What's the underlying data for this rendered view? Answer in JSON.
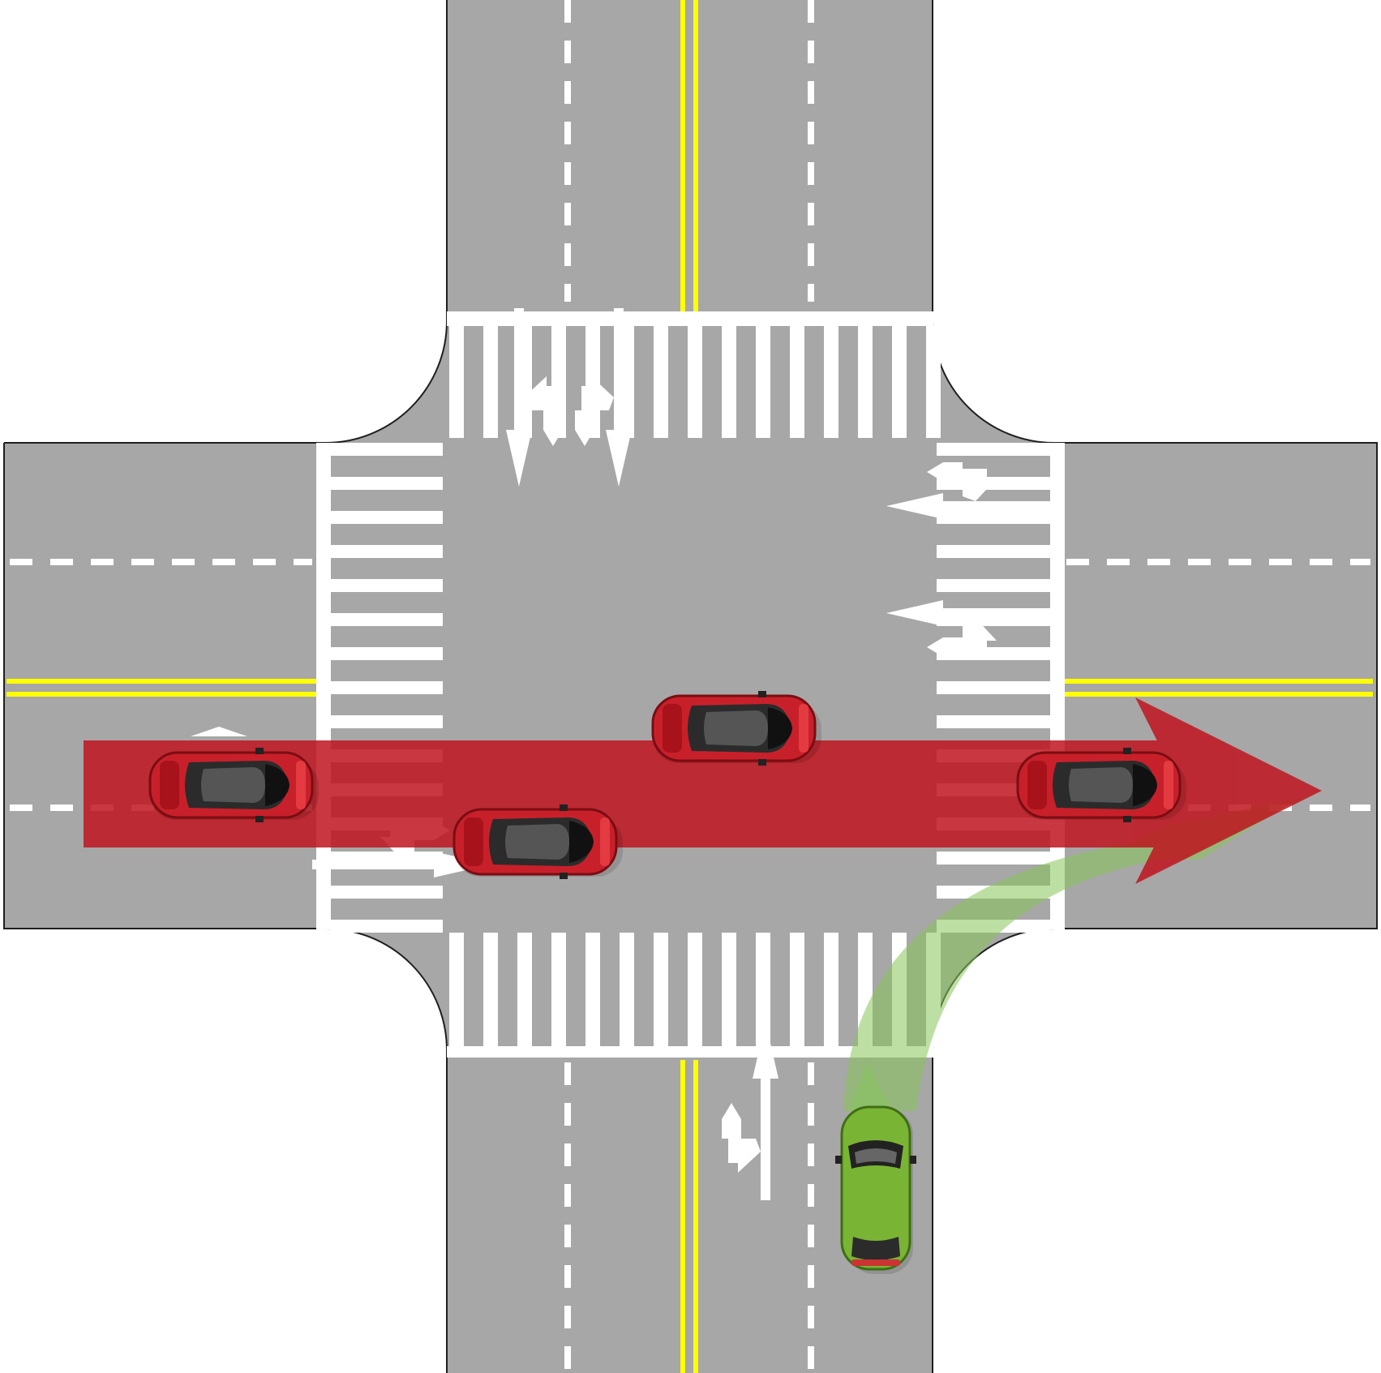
{
  "scene": {
    "type": "traffic-intersection-diagram",
    "colors": {
      "background": "#ffffff",
      "road": "#a7a7a7",
      "road_edge": "#1f1f1f",
      "lane_marking": "#ffffff",
      "center_line": "#ffff00",
      "crosswalk": "#ffffff",
      "red_car": "#c8202a",
      "green_car": "#7ab434",
      "red_path_arrow": "#c0141f",
      "green_path_arrow": "#86c45a"
    },
    "roads": [
      {
        "name": "north-road",
        "lanes": [
          "left-straight",
          "right-straight"
        ]
      },
      {
        "name": "south-road",
        "lanes": [
          "left-straight"
        ]
      },
      {
        "name": "west-road",
        "lanes": [
          "left-straight-right"
        ]
      },
      {
        "name": "east-road",
        "lanes": [
          "left-straight",
          "right-straight"
        ]
      }
    ],
    "vehicles": [
      {
        "name": "red-car-west",
        "color": "red",
        "heading": "east"
      },
      {
        "name": "red-car-center-low",
        "color": "red",
        "heading": "east"
      },
      {
        "name": "red-car-center-high",
        "color": "red",
        "heading": "east"
      },
      {
        "name": "red-car-east",
        "color": "red",
        "heading": "east"
      },
      {
        "name": "green-car-south",
        "color": "green",
        "heading": "north",
        "maneuver": "right-turn"
      }
    ],
    "paths": [
      {
        "name": "red-straight-path",
        "direction": "west-to-east",
        "color": "red"
      },
      {
        "name": "green-right-turn-path",
        "direction": "south-to-east",
        "color": "green"
      }
    ]
  }
}
